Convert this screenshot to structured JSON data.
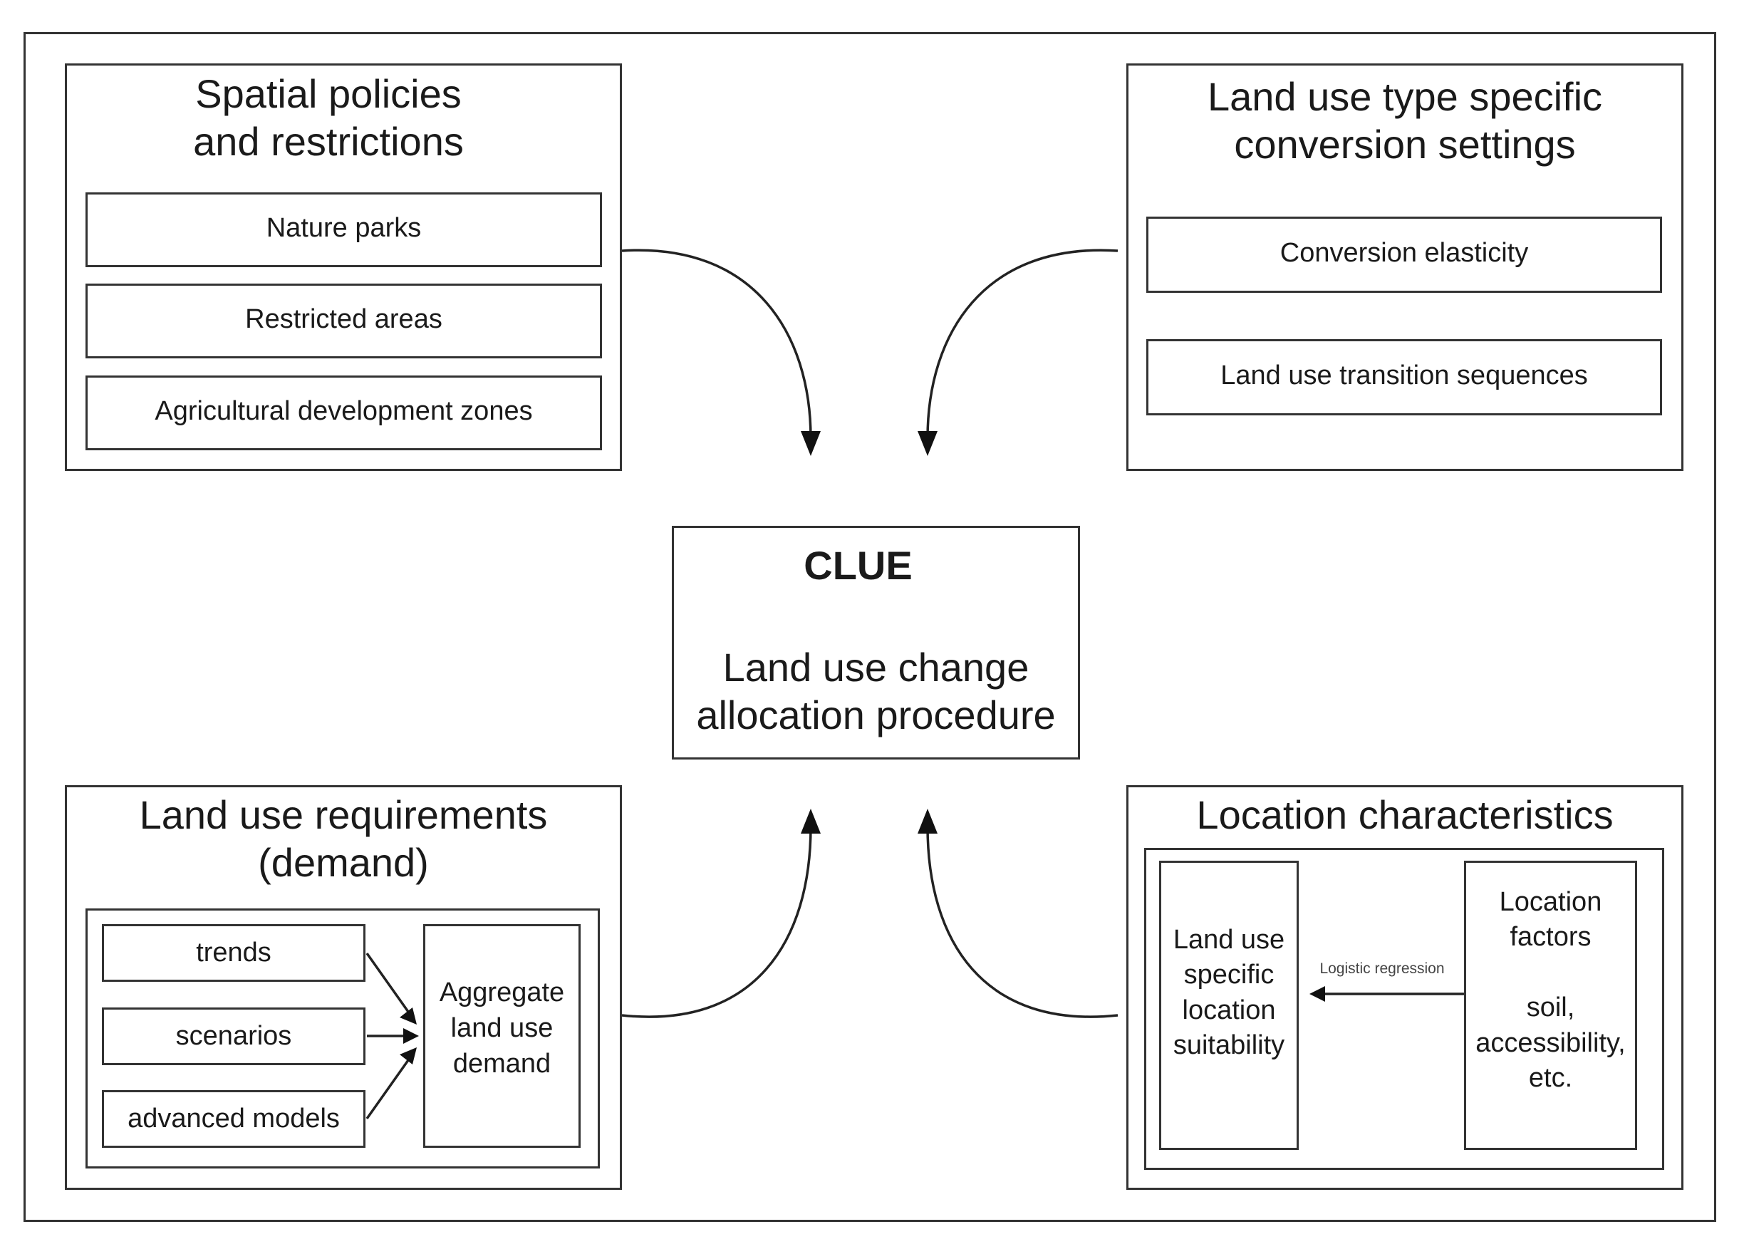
{
  "clue": {
    "title": "CLUE",
    "subtitle": "Land use change\nallocation procedure"
  },
  "spatial": {
    "title": "Spatial policies\nand restrictions",
    "items": [
      "Nature parks",
      "Restricted areas",
      "Agricultural development zones"
    ]
  },
  "conversion": {
    "title": "Land use type specific\nconversion settings",
    "items": [
      "Conversion elasticity",
      "Land use transition sequences"
    ]
  },
  "demand": {
    "title": "Land use requirements\n(demand)",
    "items": [
      "trends",
      "scenarios",
      "advanced models"
    ],
    "aggregate": "Aggregate\nland use\ndemand"
  },
  "location": {
    "title": "Location characteristics",
    "suitability": "Land use\nspecific\nlocation\nsuitability",
    "factors": "Location\nfactors\n\nsoil,\naccessibility,\netc.",
    "arrow_label": "Logistic regression"
  }
}
